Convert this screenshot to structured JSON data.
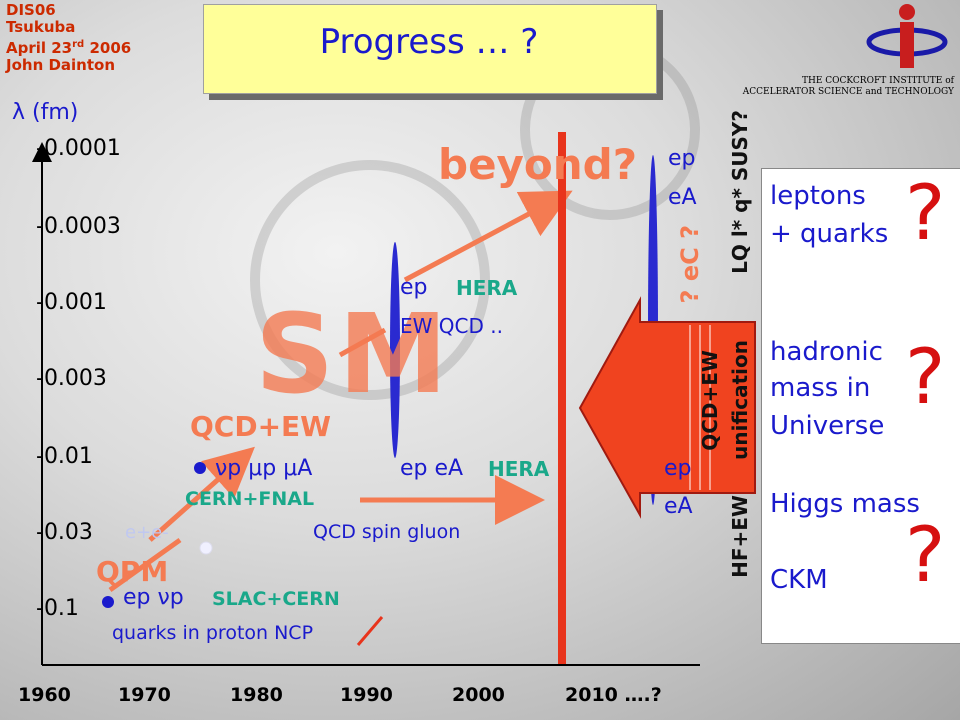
{
  "header": {
    "line1": "DIS06",
    "line2": "Tsukuba",
    "line3_prefix": "April 23",
    "line3_sup": "rd",
    "line3_suffix": " 2006",
    "line4": "John Dainton"
  },
  "title": "Progress … ?",
  "institute": {
    "line1": "THE COCKCROFT INSTITUTE of",
    "line2": "ACCELERATOR SCIENCE and TECHNOLOGY"
  },
  "axis": {
    "y_label": "λ (fm)",
    "ticks": [
      "-0.0001",
      "-0.0003",
      "-0.001",
      "-0.003",
      "-0.01",
      "-0.03",
      "-0.1"
    ],
    "x_ticks": [
      "1960",
      "1970",
      "1980",
      "1990",
      "2000",
      "2010 ….?"
    ]
  },
  "labels": {
    "sm": "SM",
    "beyond": "beyond?",
    "qcd_ew": "QCD+EW",
    "qpm": "QPM",
    "nup": "νp μp μA",
    "cern_fnal": "CERN+FNAL",
    "ee": "e+e-",
    "ep_nup": "ep νp",
    "slac_cern": "SLAC+CERN",
    "quarks_proton": "quarks in proton NCP",
    "ep_hera": "ep",
    "hera1": "HERA",
    "ew_qcd": "EW QCD ..",
    "ep_ea": "ep eA",
    "hera2": "HERA",
    "qcd_spin": "QCD spin gluon",
    "ep_top": "ep",
    "ea_top": "eA",
    "ep_bot": "ep",
    "ea_bot": "eA",
    "eec": "? eC ?"
  },
  "vertical": {
    "hf_ew": "HF+EW",
    "unification": "unification",
    "qcd_ew": "QCD+EW",
    "lq": "LQ l* q* SUSY?"
  },
  "panel": {
    "l1": "leptons",
    "l2": "+ quarks",
    "h1": "hadronic",
    "h2": "mass in",
    "h3": "Universe",
    "higgs": "Higgs mass",
    "ckm": "CKM",
    "q1": "?",
    "q2": "?",
    "q3": "?"
  },
  "colors": {
    "accent_orange": "#f47b52",
    "red": "#e8341c",
    "blue": "#1a1acc",
    "teal": "#1aa88a",
    "title_bg": "#ffff99"
  }
}
